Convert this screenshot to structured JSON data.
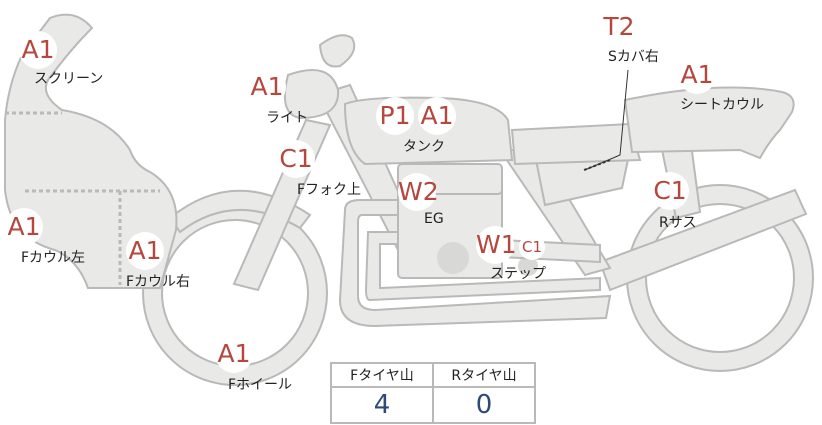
{
  "parts": [
    {
      "id": "screen",
      "grade": "A1",
      "label": "スクリーン"
    },
    {
      "id": "light",
      "grade": "A1",
      "label": "ライト"
    },
    {
      "id": "tank",
      "grades": [
        "P1",
        "A1"
      ],
      "label": "タンク"
    },
    {
      "id": "s-cover-right",
      "grade": "T2",
      "label": "Sカバ右"
    },
    {
      "id": "seat-cowl",
      "grade": "A1",
      "label": "シートカウル"
    },
    {
      "id": "f-fork-upper",
      "grade": "C1",
      "label": "Fフォク上"
    },
    {
      "id": "engine",
      "grade": "W2",
      "label": "EG"
    },
    {
      "id": "r-suspension",
      "grade": "C1",
      "label": "Rサス"
    },
    {
      "id": "f-cowl-left",
      "grade": "A1",
      "label": "Fカウル左"
    },
    {
      "id": "f-cowl-right",
      "grade": "A1",
      "label": "Fカウル右"
    },
    {
      "id": "step",
      "grades": [
        "W1",
        "C1"
      ],
      "label": "ステップ"
    },
    {
      "id": "f-wheel",
      "grade": "A1",
      "label": "Fホイール"
    }
  ],
  "tread": {
    "headers": [
      "Fタイヤ山",
      "Rタイヤ山"
    ],
    "values": [
      "4",
      "0"
    ]
  },
  "colors": {
    "body_fill": "#e9e9e7",
    "body_stroke": "#b9b9b9",
    "grade_text": "#b5473d",
    "tread_value": "#2d4a7a"
  }
}
